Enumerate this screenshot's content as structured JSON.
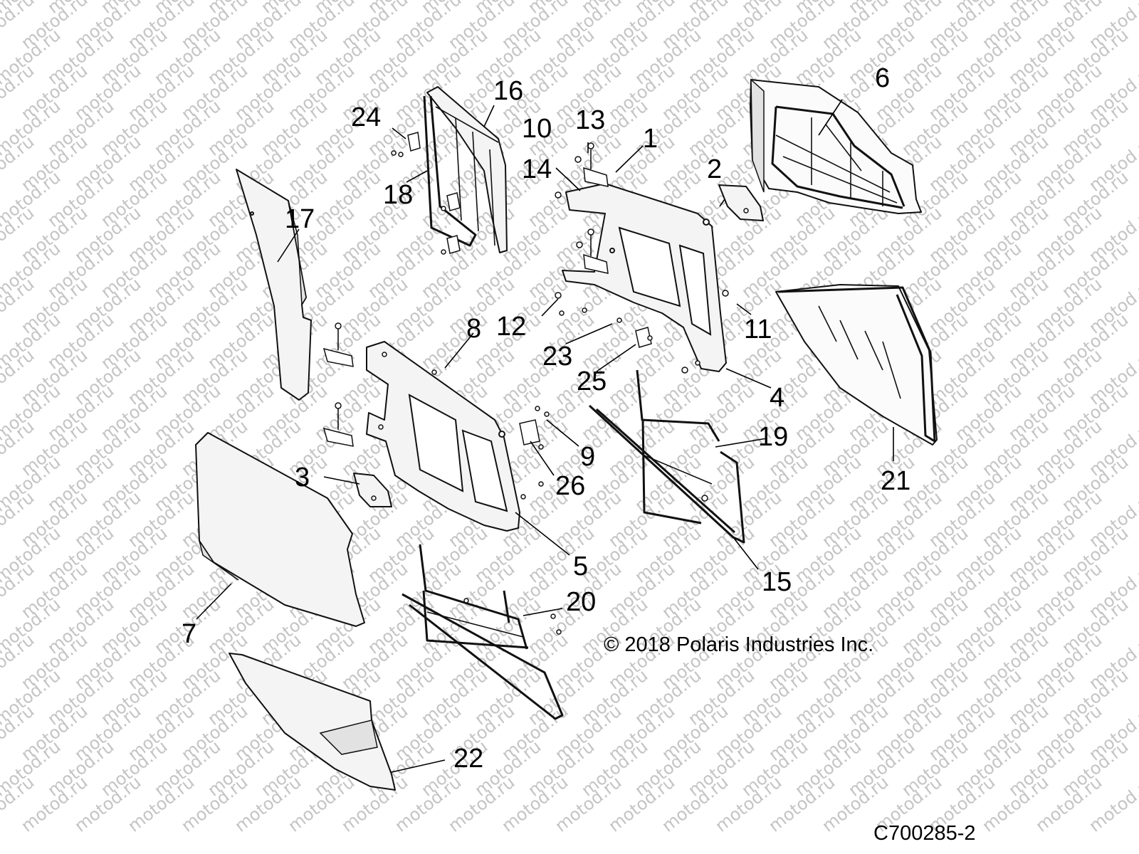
{
  "watermark_text": "motod.ru",
  "copyright": "© 2018 Polaris Industries Inc.",
  "drawing_id": "C700285-2",
  "callouts": [
    "1",
    "2",
    "3",
    "4",
    "5",
    "6",
    "7",
    "8",
    "9",
    "10",
    "11",
    "12",
    "13",
    "14",
    "15",
    "16",
    "17",
    "18",
    "19",
    "20",
    "21",
    "22",
    "23",
    "24",
    "25",
    "26"
  ]
}
